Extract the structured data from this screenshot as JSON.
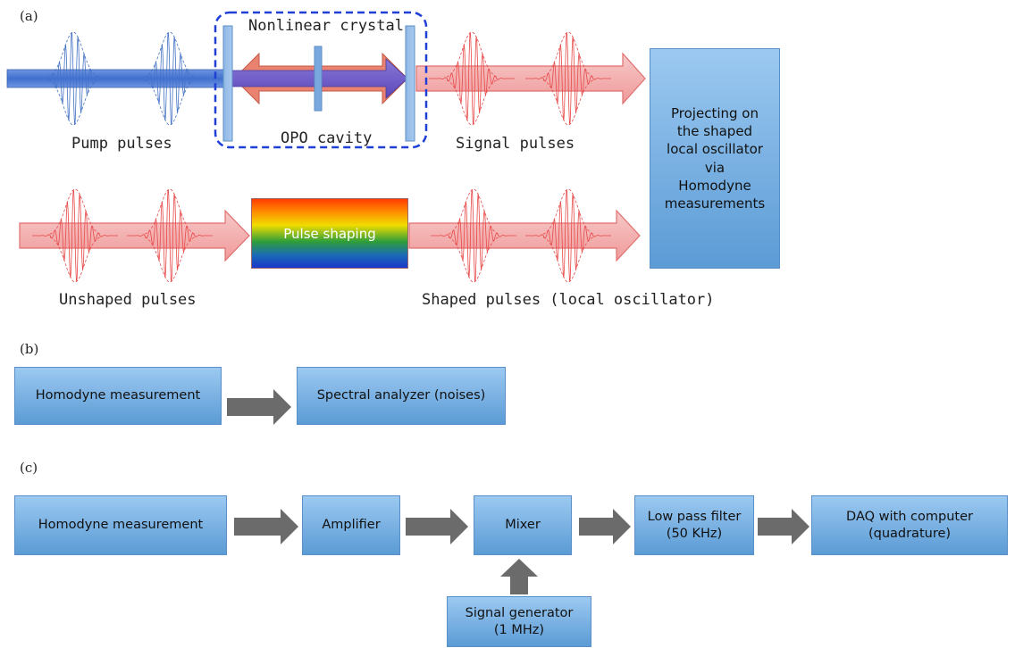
{
  "panel_a": {
    "label": "(a)",
    "crystal_label": "Nonlinear crystal",
    "cavity_label": "OPO cavity",
    "pump_label": "Pump pulses",
    "signal_label": "Signal pulses",
    "unshaped_label": "Unshaped pulses",
    "shaped_label": "Shaped pulses (local oscillator)",
    "pulse_shaping_box": "Pulse shaping",
    "projection_box": "Projecting on\nthe shaped\nlocal oscillator\nvia\nHomodyne\nmeasurements"
  },
  "panel_b": {
    "label": "(b)",
    "homodyne_box": "Homodyne measurement",
    "analyzer_box": "Spectral analyzer (noises)"
  },
  "panel_c": {
    "label": "(c)",
    "homodyne_box": "Homodyne measurement",
    "amplifier_box": "Amplifier",
    "mixer_box": "Mixer",
    "filter_box": "Low pass filter\n(50 KHz)",
    "daq_box": "DAQ with computer\n(quadrature)",
    "generator_box": "Signal generator\n(1 MHz)"
  },
  "colors": {
    "pump_blue": "#4472c4",
    "pulse_red": "#e84848",
    "arrow_pink": "#f4b1b1",
    "box_blue": "#5b9bd5",
    "flow_arrow": "#6b6b6b",
    "cavity_dash": "#1f3fd6"
  }
}
